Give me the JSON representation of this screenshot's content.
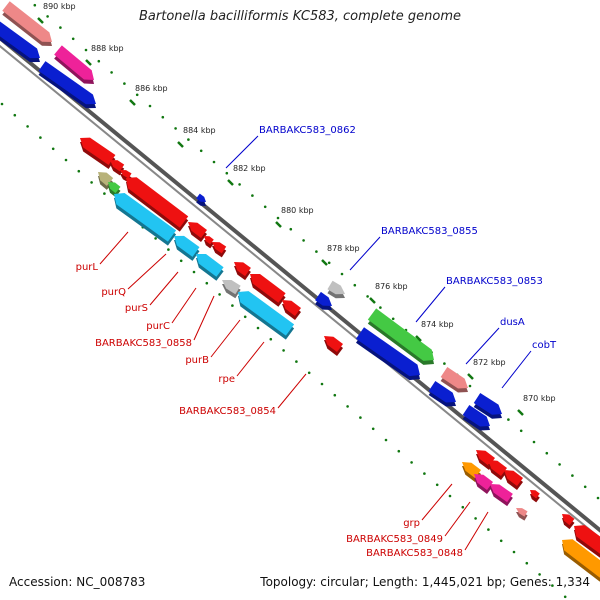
{
  "title": "Bartonella bacilliformis KC583, complete genome",
  "footer": {
    "accession_label": "Accession:",
    "accession": "NC_008783",
    "topology_label": "Topology:",
    "topology": "circular",
    "length_label": "Length:",
    "length": "1,445,021 bp",
    "genes_label": "Genes:",
    "genes": "1,334"
  },
  "colors": {
    "red": "#ee1111",
    "blue": "#0a1fd0",
    "cyan": "#22c4f2",
    "pink": "#ee2299",
    "salmon": "#ee8888",
    "green": "#44c944",
    "olive": "#b8b27a",
    "gray": "#c0c0c0",
    "orange": "#ff9900",
    "tick": "#117711",
    "backbone": "#555555",
    "forward_label": "#0000cc",
    "reverse_label": "#cc0000"
  },
  "ticks": [
    {
      "label": "890 kbp"
    },
    {
      "label": "888 kbp"
    },
    {
      "label": "886 kbp"
    },
    {
      "label": "884 kbp"
    },
    {
      "label": "882 kbp"
    },
    {
      "label": "880 kbp"
    },
    {
      "label": "878 kbp"
    },
    {
      "label": "876 kbp"
    },
    {
      "label": "874 kbp"
    },
    {
      "label": "872 kbp"
    },
    {
      "label": "870 kbp"
    }
  ],
  "forward_labels": [
    {
      "text": "BARBAKC583_0862"
    },
    {
      "text": "BARBAKC583_0855"
    },
    {
      "text": "BARBAKC583_0853"
    },
    {
      "text": "dusA"
    },
    {
      "text": "cobT"
    }
  ],
  "reverse_labels": [
    {
      "text": "purL"
    },
    {
      "text": "purQ"
    },
    {
      "text": "purS"
    },
    {
      "text": "purC"
    },
    {
      "text": "BARBAKC583_0858"
    },
    {
      "text": "purB"
    },
    {
      "text": "rpe"
    },
    {
      "text": "BARBAKC583_0854"
    },
    {
      "text": "grp"
    },
    {
      "text": "BARBAKC583_0849"
    },
    {
      "text": "BARBAKC583_0848"
    }
  ]
}
